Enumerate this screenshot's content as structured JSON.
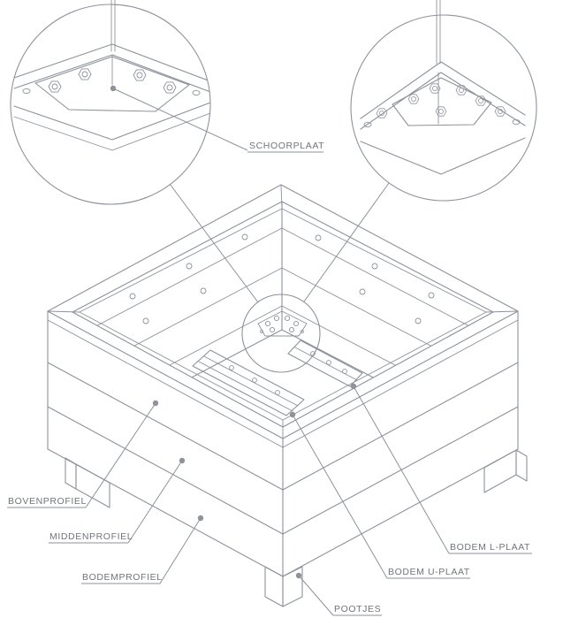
{
  "diagram": {
    "type": "technical-drawing",
    "subject": "planter-assembly-exploded-detail",
    "callouts": {
      "schoorplaat": "SCHOORPLAAT",
      "bovenprofiel": "BOVENPROFIEL",
      "middenprofiel": "MIDDENPROFIEL",
      "bodemprofiel": "BODEMPROFIEL",
      "bodem_l_plaat": "BODEM L-PLAAT",
      "bodem_u_plaat": "BODEM U-PLAAT",
      "pootjes": "POOTJES"
    },
    "colors": {
      "line": "#8d929b",
      "text": "#70757d",
      "background": "#ffffff"
    }
  }
}
